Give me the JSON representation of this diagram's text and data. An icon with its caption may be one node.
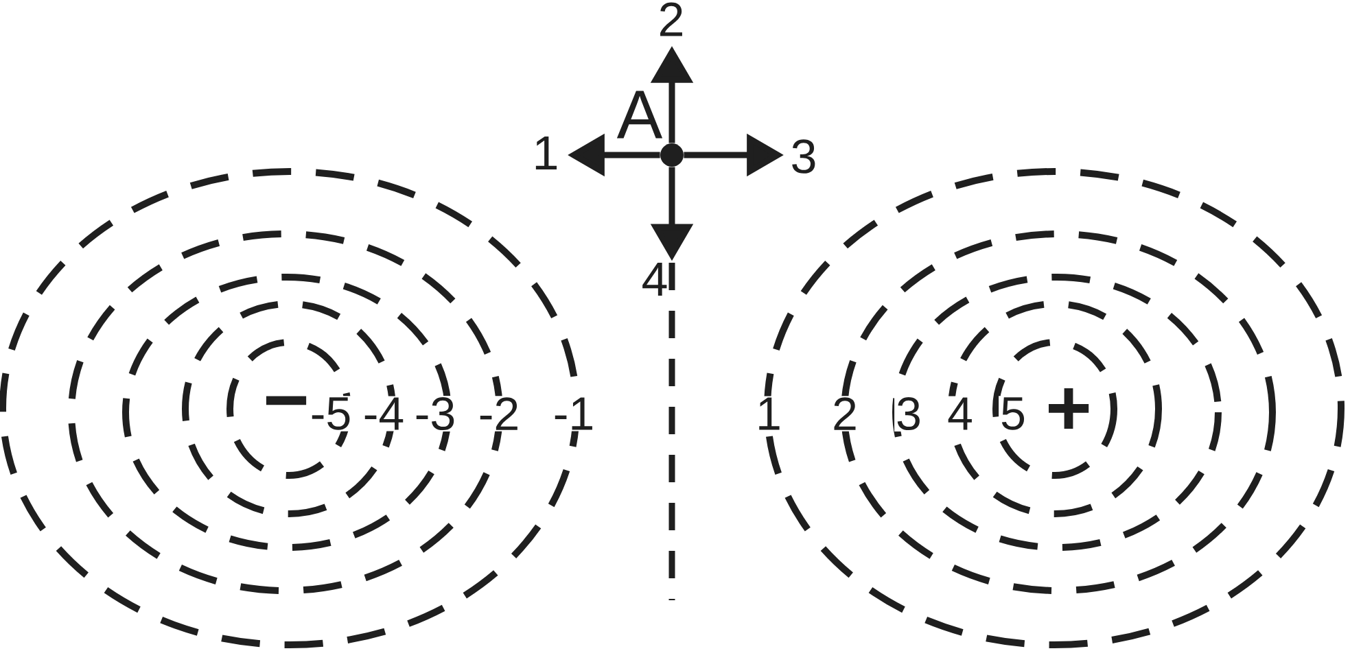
{
  "diagram": {
    "nodes": [
      {
        "text": [],
        "shape": "circle",
        "beside": [
          "A"
        ]
      },
      {
        "text": [
          "1"
        ]
      },
      {
        "text": [
          "2"
        ]
      },
      {
        "text": [
          "3"
        ]
      },
      {
        "text": [
          "4"
        ]
      }
    ],
    "edges": [
      {
        "from": 0,
        "to": 1,
        "arrow": "to"
      },
      {
        "from": 0,
        "to": 2,
        "arrow": "to"
      },
      {
        "from": 0,
        "to": 3,
        "arrow": "to"
      },
      {
        "from": 0,
        "to": 4,
        "arrow": "to"
      }
    ],
    "labels": [
      "−",
      "-5",
      "-4",
      "-3",
      "-2",
      "-1",
      "1",
      "2",
      "3",
      "4",
      "5",
      "+"
    ]
  }
}
